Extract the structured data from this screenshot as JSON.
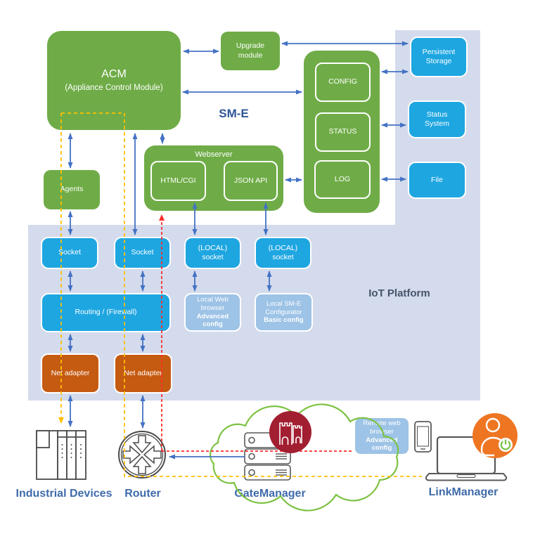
{
  "colors": {
    "green_box": "#6FAC47",
    "cyan_box": "#1EA6E1",
    "light_blue_box": "#9DC3E6",
    "orange_box": "#C55A11",
    "panel": "#D4DBEC",
    "arrow_blue": "#4472C4",
    "dashed_yellow": "#FFC000",
    "dashed_red": "#FF2B2B",
    "cloud_green": "#7DC242",
    "gatemanager_logo_red": "#A21E31",
    "linkmanager_logo_orange": "#EE7623",
    "label_blue": "#3F6BAB",
    "iot_label": "#44546A",
    "sme_label": "#2F5597"
  },
  "nodes": {
    "acm": {
      "title": "ACM",
      "subtitle": "(Appliance Control Module)"
    },
    "upgrade_module": {
      "label": "Upgrade module"
    },
    "sme": {
      "label": "SM-E"
    },
    "config": {
      "label": "CONFIG"
    },
    "status": {
      "label": "STATUS"
    },
    "log": {
      "label": "LOG"
    },
    "persistent_storage": {
      "label": "Persistent Storage"
    },
    "status_system": {
      "label": "Status System"
    },
    "file": {
      "label": "File"
    },
    "webserver": {
      "label": "Webserver"
    },
    "html_cgi": {
      "label": "HTML/CGI"
    },
    "json_api": {
      "label": "JSON API"
    },
    "agents": {
      "label": "Agents"
    },
    "socket_1": {
      "label": "Socket"
    },
    "socket_2": {
      "label": "Socket"
    },
    "local_socket_1": {
      "line1": "(LOCAL)",
      "line2": "socket"
    },
    "local_socket_2": {
      "line1": "(LOCAL)",
      "line2": "socket"
    },
    "routing": {
      "label": "Routing / (Firewall)"
    },
    "local_web_browser": {
      "text": "Local Web browser",
      "bold": "Advanced config"
    },
    "local_sme_configurator": {
      "text": "Local SM-E Configurator",
      "bold": "Basic config"
    },
    "net_adapter_1": {
      "label": "Net adapter"
    },
    "net_adapter_2": {
      "label": "Net adapter"
    },
    "iot_platform": {
      "label": "IoT Platform"
    },
    "remote_web_browser": {
      "text": "Remote web browser",
      "bold": "Advanced config"
    }
  },
  "bottom": {
    "industrial_devices": "Industrial Devices",
    "router": "Router",
    "gatemanager": "GateManager",
    "linkmanager": "LinkManager"
  }
}
